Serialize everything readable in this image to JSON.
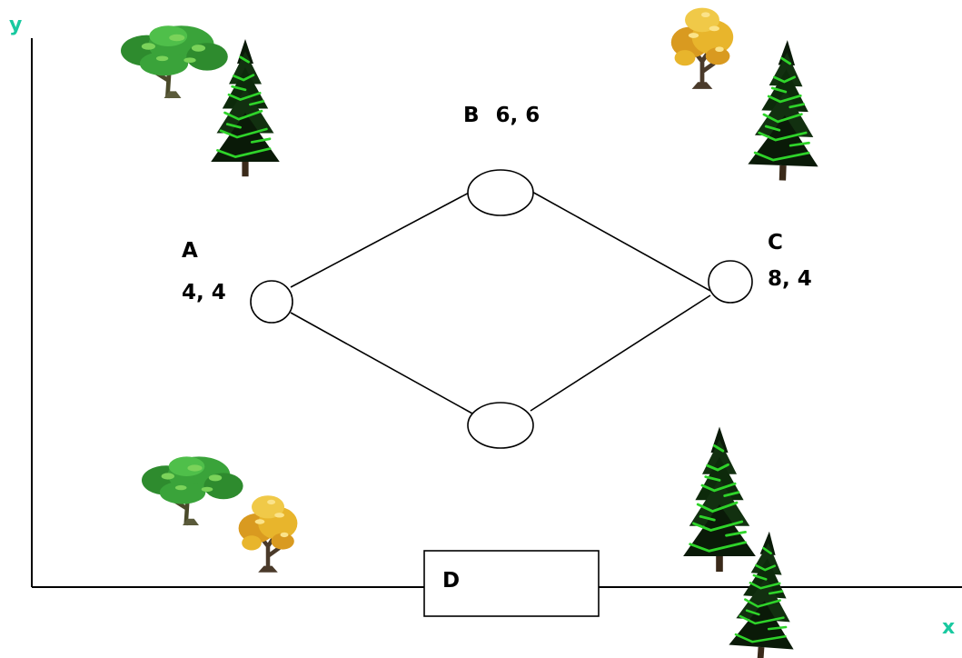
{
  "axes": {
    "y_label": "y",
    "x_label": "x",
    "label_color": "#19c9a0"
  },
  "nodes": {
    "a": {
      "name": "A",
      "coords": "4, 4"
    },
    "b": {
      "name": "B",
      "coords": "6, 6"
    },
    "c": {
      "name": "C",
      "coords": "8, 4"
    },
    "bottom": {
      "name": ""
    }
  },
  "box": {
    "label": "D"
  },
  "colors": {
    "pine_dark": "#0a1a08",
    "pine_green": "#2fd42a",
    "oak_green": "#3aa33a",
    "oak_light": "#7bd35a",
    "autumn_yellow": "#e8b52c",
    "trunk": "#5a4a3a"
  }
}
